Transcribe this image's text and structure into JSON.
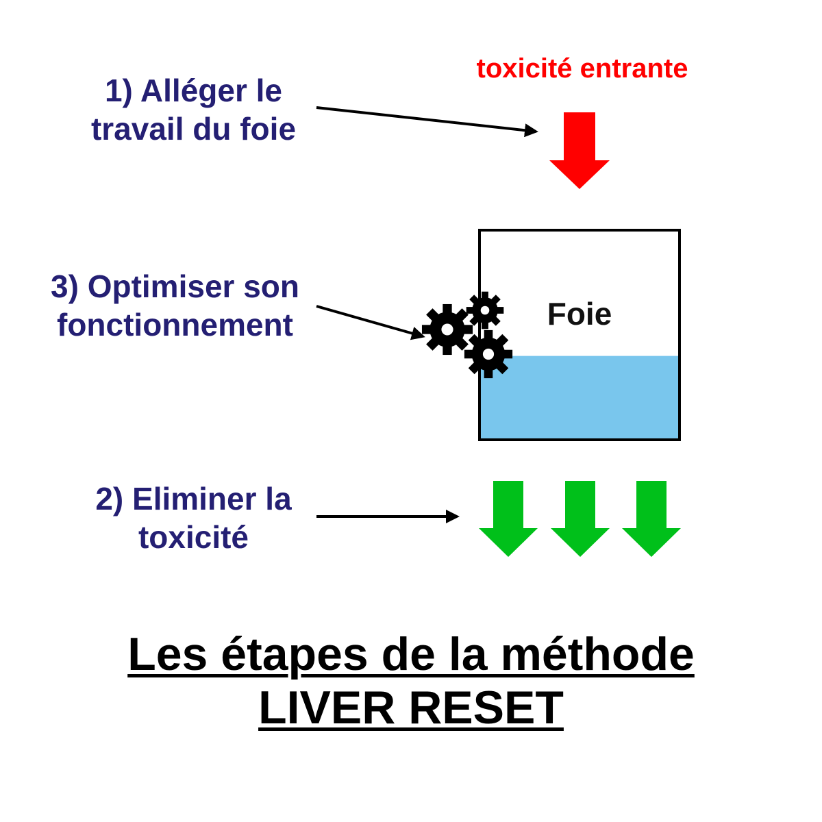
{
  "steps": {
    "step1": {
      "line1": "1) Alléger le",
      "line2": "travail du foie"
    },
    "step3": {
      "line1": "3) Optimiser son",
      "line2": "fonctionnement"
    },
    "step2": {
      "line1": "2) Eliminer la",
      "line2": "toxicité"
    }
  },
  "incoming_label": "toxicité entrante",
  "liver_label": "Foie",
  "title": {
    "line1": "Les étapes de la méthode",
    "line2": "LIVER RESET"
  },
  "liver_fill_level": 0.4,
  "colors": {
    "step_text": "#241f73",
    "incoming_arrow": "#ff0000",
    "outgoing_arrows": "#00c01a",
    "liver_fill": "#79c6ed",
    "gears": "#000000"
  },
  "icons": [
    "down-arrow-red",
    "down-arrow-green",
    "gear-icon",
    "pointer-arrow"
  ]
}
